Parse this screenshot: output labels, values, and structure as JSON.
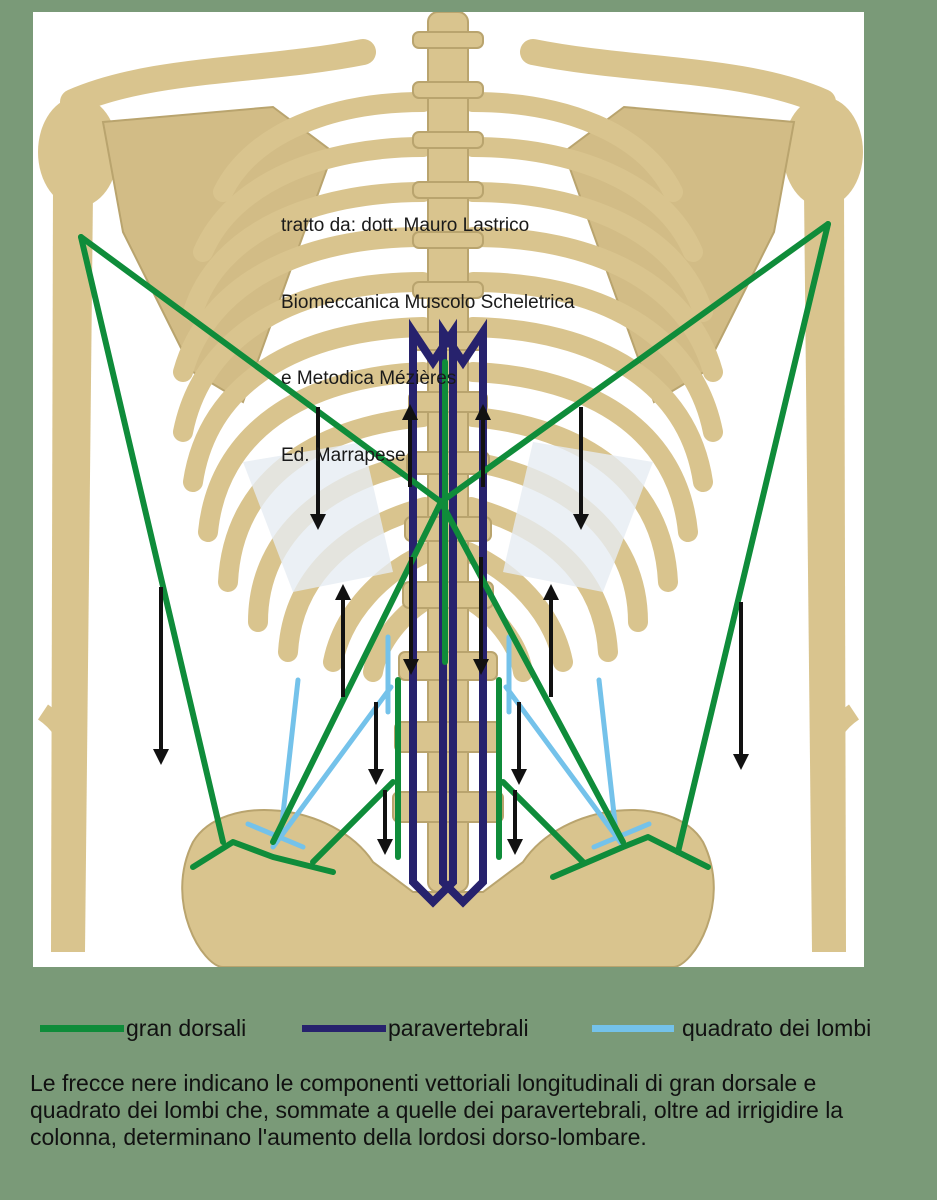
{
  "credit": {
    "lines": [
      "tratto da: dott. Mauro Lastrico",
      "Biomeccanica Muscolo Scheletrica",
      "e Metodica Mézières",
      "Ed. Marrapese"
    ]
  },
  "colors": {
    "gran_dorsali": "#0f8c3a",
    "paravertebrali": "#27226d",
    "quadrato_dei_lombi": "#74c2ea",
    "arrow": "#111111",
    "bone": "#d9c48e",
    "bone_shadow": "#b9a46e",
    "background": "#7a9a78"
  },
  "legend": [
    {
      "label": "gran dorsali",
      "color": "#0f8c3a"
    },
    {
      "label": "paravertebrali",
      "color": "#27226d"
    },
    {
      "label": "quadrato dei lombi",
      "color": "#74c2ea"
    }
  ],
  "caption": "Le frecce nere indicano le componenti vettoriali longitudinali di gran dorsale e quadrato dei lombi che, sommate a quelle dei paravertebrali, oltre ad irrigidire la colonna, determinano l'aumento della lordosi dorso-lombare."
}
